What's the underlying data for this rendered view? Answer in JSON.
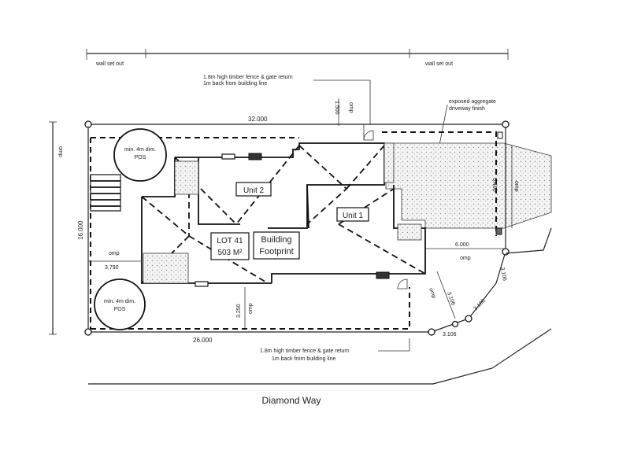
{
  "labels": {
    "wall_set_out_left": "wall set out",
    "wall_set_out_right": "wall set out",
    "fence_top_line1": "1.8m high timber fence & gate return",
    "fence_top_line2": "1m back from building line",
    "fence_bottom_line1": "1.8m high timber fence & gate return",
    "fence_bottom_line2": "1m back from building line",
    "driveway_line1": "exposed aggregate",
    "driveway_line2": "driveway finish",
    "pos_top_line1": "min. 4m dim.",
    "pos_top_line2": "POS",
    "pos_bottom_line1": "min. 4m dim.",
    "pos_bottom_line2": "POS",
    "unit2": "Unit 2",
    "unit1": "Unit 1",
    "lot_line1": "LOT 41",
    "lot_line2": "503 M²",
    "footprint_line1": "Building",
    "footprint_line2": "Footprint",
    "street": "Diamond Way"
  },
  "dimensions": {
    "top_width": "32.000",
    "left_depth": "16.000",
    "bottom_width": "26.000",
    "top_setback": "1.500",
    "setback_left": "3.790",
    "setback_bottom": "3.250",
    "setback_right": "6.000",
    "driveway_width": "5.400",
    "truncation_1": "3.106",
    "truncation_2": "3.106",
    "truncation_3": "3.106",
    "truncation_4": "3.106",
    "omp_left": "omp",
    "omp_top": "omp",
    "omp_setback_left": "omp",
    "omp_bottom": "omp",
    "omp_right": "omp",
    "omp_corner": "omp",
    "omp_driveway": "omp"
  }
}
